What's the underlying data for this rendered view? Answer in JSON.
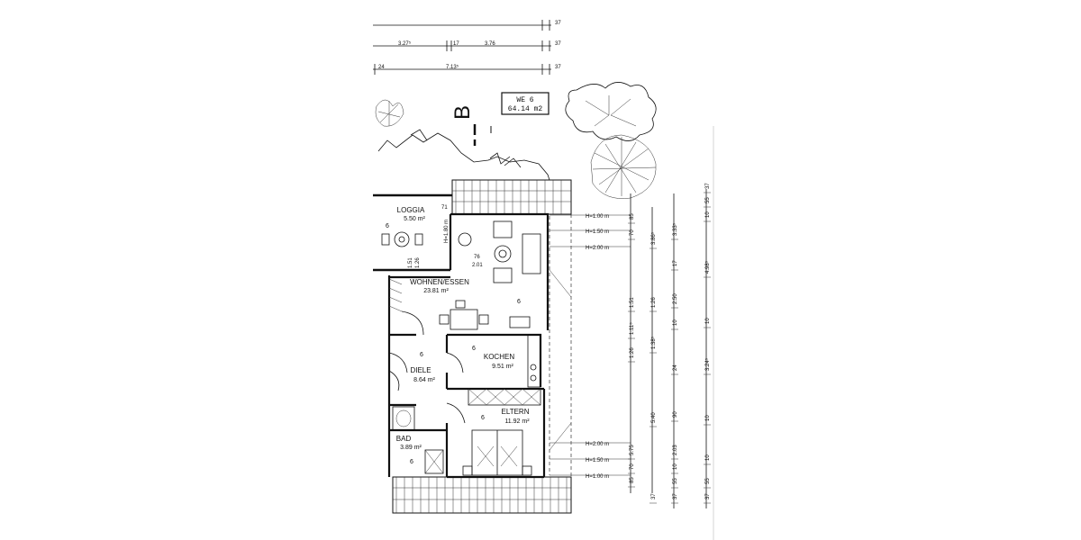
{
  "unit_box": {
    "label": "WE 6",
    "area": "64.14 m2"
  },
  "section_mark": "B",
  "rooms": [
    {
      "key": "loggia",
      "name": "LOGGIA",
      "area": "5.50 m²",
      "code": "6"
    },
    {
      "key": "wohnen",
      "name": "WOHNEN/ESSEN",
      "area": "23.81 m²",
      "code": "6"
    },
    {
      "key": "kochen",
      "name": "KOCHEN",
      "area": "9.51 m²",
      "code": "6"
    },
    {
      "key": "diele",
      "name": "DIELE",
      "area": "8.64 m²",
      "code": "6"
    },
    {
      "key": "eltern",
      "name": "ELTERN",
      "area": "11.92 m²",
      "code": "6"
    },
    {
      "key": "bad",
      "name": "BAD",
      "area": "3.89 m²",
      "code": "6"
    }
  ],
  "top_dimensions": {
    "row1": {
      "right": "37"
    },
    "row2": {
      "a": "3.27⁵",
      "b": "17",
      "c": "3.76",
      "right": "37"
    },
    "row3": {
      "a": "24",
      "b": "7.13⁵",
      "right": "37"
    }
  },
  "height_lines_top": [
    "H=1.00 m",
    "H=1.50 m",
    "H=2.00 m"
  ],
  "height_lines_bottom": [
    "H=2.00 m",
    "H=1.50 m",
    "H=1.00 m"
  ],
  "inner_dims": {
    "h180": "H=1.80 m",
    "d71": "71",
    "d76": "76",
    "d201": "2.01",
    "d151": "1.51",
    "d126": "1.26"
  },
  "right_dims": {
    "col1": [
      "85",
      "70",
      "1.51",
      "1.11⁵",
      "1.26",
      "5.75",
      "70",
      "85"
    ],
    "col2": [
      "3.86⁵",
      "1.26",
      "1.38⁵",
      "5.40",
      "37"
    ],
    "col3": [
      "3.33⁵",
      "17",
      "2.50",
      "10",
      "24",
      "90",
      "2.03",
      "10",
      "55",
      "37"
    ],
    "col4": [
      "37",
      "55",
      "10",
      "4.98⁵",
      "10",
      "3.24⁵",
      "10",
      "10",
      "55",
      "37"
    ]
  }
}
